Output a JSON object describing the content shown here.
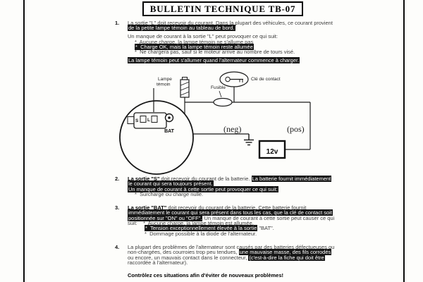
{
  "title": "BULLETIN TECHNIQUE TB-07",
  "footer": "Contrôlez ces situations afin d'éviter de nouveaux problèmes!",
  "sections": [
    {
      "number": "1.",
      "lines": [
        {
          "seg": [
            {
              "t": "La sortie \"L\" doit recevoir du courant. Dans la plupart des véhicules, ce courant provient",
              "s": "n"
            }
          ]
        },
        {
          "seg": [
            {
              "t": "de la petite lampe témoin au tableau de bord.",
              "s": "i"
            }
          ]
        },
        {
          "gap": true
        },
        {
          "seg": [
            {
              "t": "Un manque de courant à la sortie \"L\" peut provoquer ce qui suit:",
              "s": "n"
            }
          ]
        },
        {
          "indent": 1,
          "seg": [
            {
              "t": "*  Aucune charge, la lampe témoin ne s'allume pas",
              "s": "n"
            }
          ]
        },
        {
          "indent": 1,
          "seg": [
            {
              "t": "*  Charge OK, mais la lampe témoin reste allumée",
              "s": "i"
            }
          ]
        },
        {
          "indent": 1,
          "seg": [
            {
              "t": "*  Ne chargera pas, sauf si le moteur arrive au nombre de tours visé.",
              "s": "n"
            }
          ]
        },
        {
          "gap": true
        },
        {
          "seg": [
            {
              "t": "La lampe témoin peut s'allumer quand l'alternateur commence à charger.",
              "s": "i"
            }
          ]
        }
      ]
    },
    {
      "number": "2.",
      "lines": [
        {
          "seg": [
            {
              "t": "La sortie \"S\"",
              "s": "b"
            },
            {
              "t": " doit recevoir du courant de la batterie. ",
              "s": "n"
            },
            {
              "t": "La batterie fournit immédiatement",
              "s": "i"
            }
          ]
        },
        {
          "seg": [
            {
              "t": "le courant qui sera toujours présent.",
              "s": "i"
            }
          ]
        },
        {
          "seg": [
            {
              "t": "Un manque de courant à cette sortie peut provoquer ce qui suit:",
              "s": "i"
            }
          ]
        },
        {
          "indent": 1,
          "seg": [
            {
              "t": "*  Surcharge ou charge nulle.",
              "s": "n"
            }
          ]
        }
      ]
    },
    {
      "number": "3.",
      "lines": [
        {
          "seg": [
            {
              "t": "La sortie \"BAT\"",
              "s": "b"
            },
            {
              "t": " doit recevoir du courant de la batterie. Cette batterie fournit",
              "s": "n"
            }
          ]
        },
        {
          "seg": [
            {
              "t": "immédiatement le courant qui sera présent dans tous les cas, que la clé de contact soit",
              "s": "i"
            }
          ]
        },
        {
          "seg": [
            {
              "t": "positionnée sur \"ON\" ou \"OFF\".",
              "s": "i"
            },
            {
              "t": " Un manque de courant à cette sortie peut causer ce qui",
              "s": "n"
            }
          ]
        },
        {
          "seg": [
            {
              "t": "suit:    ",
              "s": "n"
            },
            {
              "t": "*  Aucune charge, la lampe témoin est allumée.",
              "s": "n"
            }
          ]
        },
        {
          "indent": 2,
          "seg": [
            {
              "t": "*  Tension exceptionnellement élevée à la sortie",
              "s": "i"
            },
            {
              "t": " \"BAT\".",
              "s": "n"
            }
          ]
        },
        {
          "indent": 2,
          "seg": [
            {
              "t": "*  Dommage possible à la diode de l'alternateur.",
              "s": "n"
            }
          ]
        }
      ]
    },
    {
      "number": "4.",
      "lines": [
        {
          "seg": [
            {
              "t": "La plupart des problèmes de l'alternateur sont causés par des batteries défectueuses ou",
              "s": "n"
            }
          ]
        },
        {
          "seg": [
            {
              "t": "non-chargées, des courroies trop peu tendues, ",
              "s": "n"
            },
            {
              "t": "une mauvaise masse, des fils corrodés",
              "s": "i"
            }
          ]
        },
        {
          "seg": [
            {
              "t": "ou encore, un mauvais contact dans le connecteur, ",
              "s": "n"
            },
            {
              "t": "(c'est-à-dire la fiche qui doit être",
              "s": "i"
            }
          ]
        },
        {
          "seg": [
            {
              "t": "raccordée à l'alternateur).",
              "s": "n"
            }
          ]
        }
      ]
    }
  ],
  "diagram": {
    "labels": {
      "lamp1": "Lampe",
      "lamp2": "témoin",
      "fuse": "Fusible",
      "key": "Clé de contact",
      "terminal_s": "S",
      "terminal_l": "L",
      "terminal_bat": "BAT",
      "neg": "(neg)",
      "pos": "(pos)",
      "battery": "12v"
    }
  }
}
